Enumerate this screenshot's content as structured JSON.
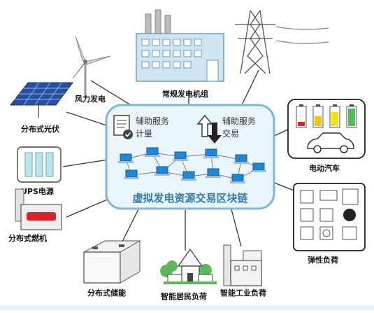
{
  "hub": {
    "title": "虚拟发电资源交易区块链",
    "left_service_line1": "辅助服务",
    "left_service_line2": "计量",
    "right_service_line1": "辅助服务",
    "right_service_line2": "交易"
  },
  "nodes": {
    "wind": "风力发电",
    "conventional": "常规发电机组",
    "pv": "分布式光伏",
    "ev": "电动汽车",
    "ups": "UPS电源",
    "flex_load": "弹性负荷",
    "gas": "分布式燃机",
    "storage": "分布式储能",
    "residential": "智能居民负荷",
    "industrial": "智能工业负荷"
  },
  "colors": {
    "hub_border": "#7fb8d6",
    "hub_fill": "#eaf5fb",
    "accent": "#2f7aa6",
    "line": "#333333",
    "laptop": "#1e88d8",
    "panel": "#2a4fa0",
    "green": "#5cb85c"
  }
}
